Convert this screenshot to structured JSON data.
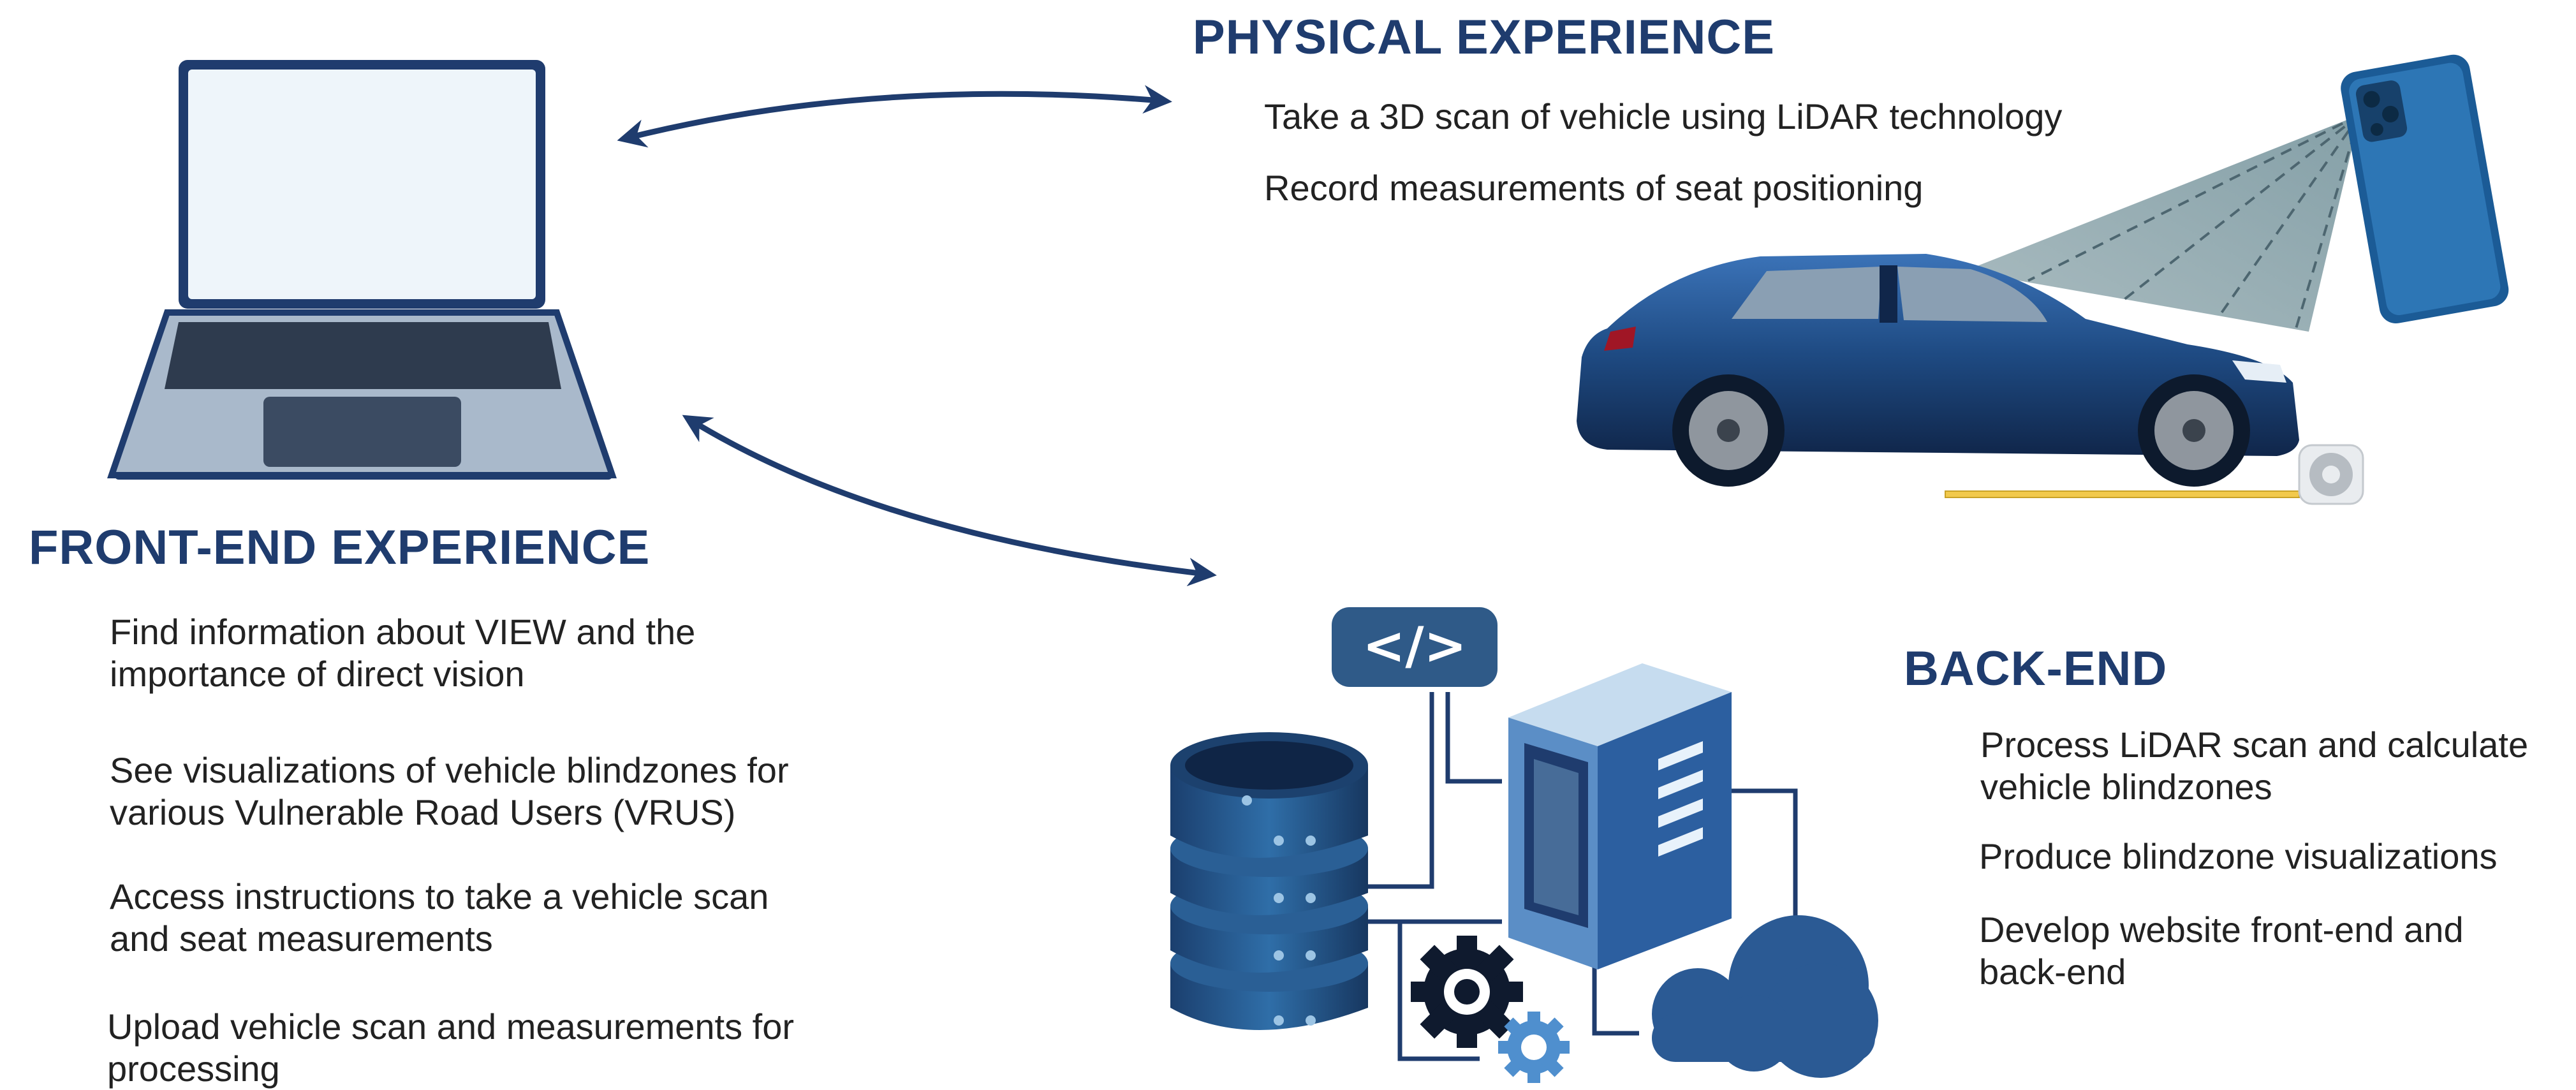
{
  "physical": {
    "heading": "PHYSICAL EXPERIENCE",
    "items": [
      "Take a 3D scan of vehicle using LiDAR technology",
      "Record measurements of seat positioning"
    ]
  },
  "frontend": {
    "heading": "FRONT-END EXPERIENCE",
    "items": [
      "Find information about VIEW and the importance of direct vision",
      "See visualizations of vehicle blindzones for various Vulnerable Road Users (VRUS)",
      "Access instructions to take a vehicle scan and seat measurements",
      "Upload vehicle scan and measurements for processing"
    ]
  },
  "backend": {
    "heading": "BACK-END",
    "items": [
      "Process LiDAR scan and calculate vehicle blindzones",
      "Produce blindzone visualizations",
      "Develop website front-end and back-end"
    ]
  },
  "code_tag": "</>",
  "colors": {
    "heading": "#1f3c6e",
    "arrow": "#1f3c6e",
    "car": "#1e4a82",
    "server": "#2c5fa0"
  },
  "icons": [
    "laptop-icon",
    "phone-icon",
    "car-icon",
    "tape-measure-icon",
    "code-icon",
    "database-icon",
    "server-icon",
    "gear-icon",
    "cloud-icon"
  ]
}
